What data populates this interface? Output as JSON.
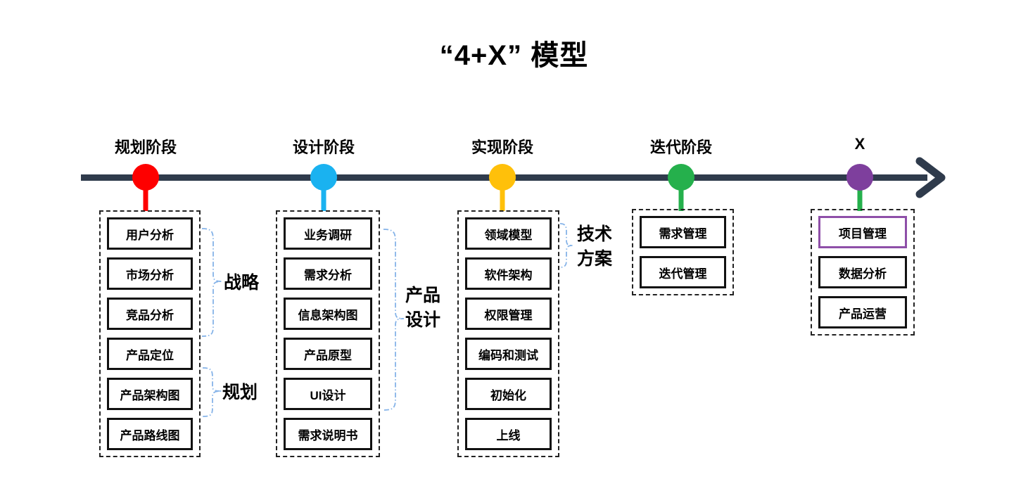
{
  "title": "“4+X” 模型",
  "colors": {
    "timeline": "#2f3b4c",
    "bracket": "#85b3e8",
    "planning_dot": "#fe0000",
    "design_dot": "#1ab2f0",
    "implementation_dot": "#ffc00a",
    "iteration_dot": "#25b04c",
    "x_dot": "#7e3f9d",
    "x_stem": "#25b04c",
    "highlight_box_border": "#8e4fa8"
  },
  "stages": [
    {
      "label": "规划阶段",
      "dot_color": "#fe0000",
      "stem_color": "#fe0000",
      "items": [
        {
          "label": "用户分析"
        },
        {
          "label": "市场分析"
        },
        {
          "label": "竞品分析"
        },
        {
          "label": "产品定位"
        },
        {
          "label": "产品架构图"
        },
        {
          "label": "产品路线图"
        }
      ]
    },
    {
      "label": "设计阶段",
      "dot_color": "#1ab2f0",
      "stem_color": "#1ab2f0",
      "items": [
        {
          "label": "业务调研"
        },
        {
          "label": "需求分析"
        },
        {
          "label": "信息架构图"
        },
        {
          "label": "产品原型"
        },
        {
          "label": "UI设计"
        },
        {
          "label": "需求说明书"
        }
      ]
    },
    {
      "label": "实现阶段",
      "dot_color": "#ffc00a",
      "stem_color": "#ffc00a",
      "items": [
        {
          "label": "领域模型"
        },
        {
          "label": "软件架构"
        },
        {
          "label": "权限管理"
        },
        {
          "label": "编码和测试"
        },
        {
          "label": "初始化"
        },
        {
          "label": "上线"
        }
      ]
    },
    {
      "label": "迭代阶段",
      "dot_color": "#25b04c",
      "stem_color": "#25b04c",
      "items": [
        {
          "label": "需求管理"
        },
        {
          "label": "迭代管理"
        }
      ]
    },
    {
      "label": "X",
      "dot_color": "#7e3f9d",
      "stem_color": "#25b04c",
      "items": [
        {
          "label": "项目管理"
        },
        {
          "label": "数据分析"
        },
        {
          "label": "产品运营"
        }
      ]
    }
  ],
  "annotations": {
    "strategy": {
      "label": "战略"
    },
    "planning": {
      "label": "规划"
    },
    "product_design": {
      "lines": [
        "产品",
        "设计"
      ]
    },
    "tech_solution": {
      "lines": [
        "技术",
        "方案"
      ]
    }
  }
}
